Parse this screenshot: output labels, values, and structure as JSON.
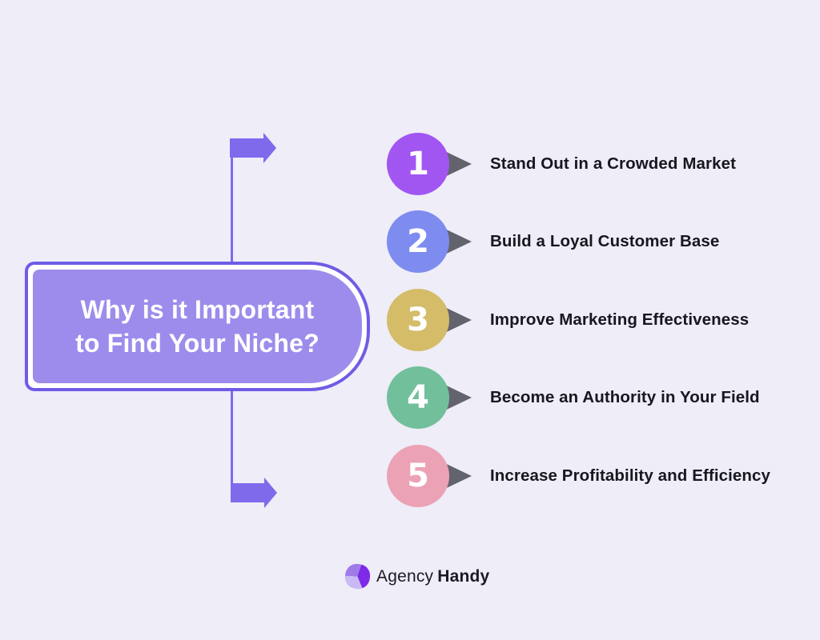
{
  "title": {
    "line1": "Why is it Important",
    "line2": "to Find Your Niche?"
  },
  "items": [
    {
      "number": "1",
      "label": "Stand Out in a Crowded Market",
      "color": "#A156F2"
    },
    {
      "number": "2",
      "label": "Build a Loyal Customer Base",
      "color": "#7D8CEE"
    },
    {
      "number": "3",
      "label": "Improve Marketing Effectiveness",
      "color": "#D4BC69"
    },
    {
      "number": "4",
      "label": "Become an Authority in Your Field",
      "color": "#72BF9C"
    },
    {
      "number": "5",
      "label": "Increase Profitability and Efficiency",
      "color": "#ECA2B5"
    }
  ],
  "footer": {
    "brand_regular": "Agency",
    "brand_bold": "Handy"
  },
  "colors": {
    "background": "#EEEDF8",
    "accent_purple": "#7F6AEC",
    "capsule_border": "#6F5CE5",
    "capsule_fill": "#9D8CEC",
    "pointer_gray": "#63636E",
    "label_text": "#17171F",
    "logo_dark": "#7E2BE8",
    "logo_medium": "#9F7BE9",
    "logo_light": "#C9B9F4"
  }
}
